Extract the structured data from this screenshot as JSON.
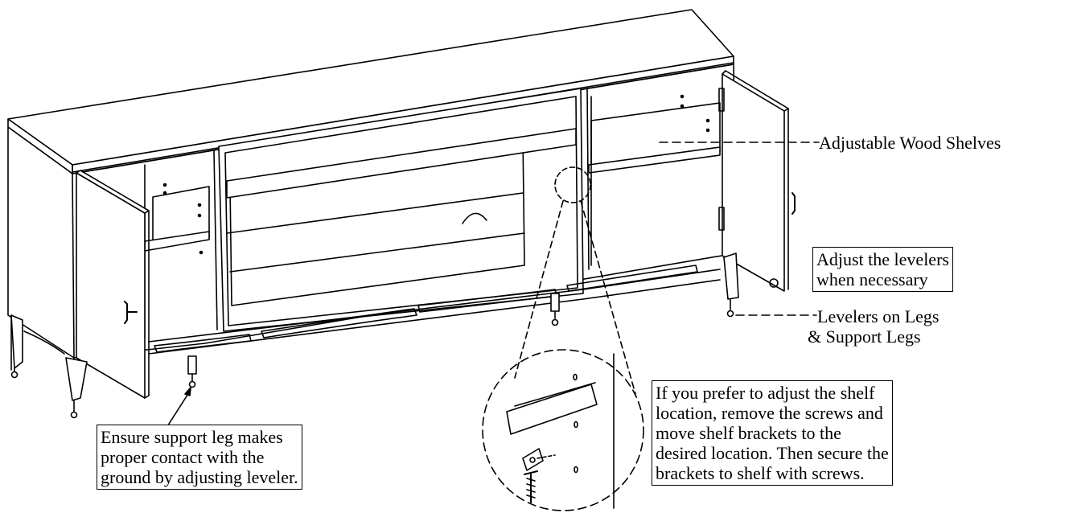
{
  "labels": {
    "shelves": "Adjustable Wood Shelves",
    "levelers_adjust": [
      "Adjust the levelers",
      "when necessary"
    ],
    "levelers_legs": [
      "Levelers on Legs",
      "& Support Legs"
    ],
    "shelf_note": [
      "If you prefer to adjust the shelf",
      "location, remove the screws and",
      "move shelf brackets to the",
      "desired location. Then secure the",
      "brackets to shelf with screws."
    ],
    "support_note": [
      "Ensure support leg makes",
      "proper contact with the",
      "ground by adjusting leveler."
    ]
  },
  "colors": {
    "line": "#000000",
    "background": "#ffffff"
  }
}
